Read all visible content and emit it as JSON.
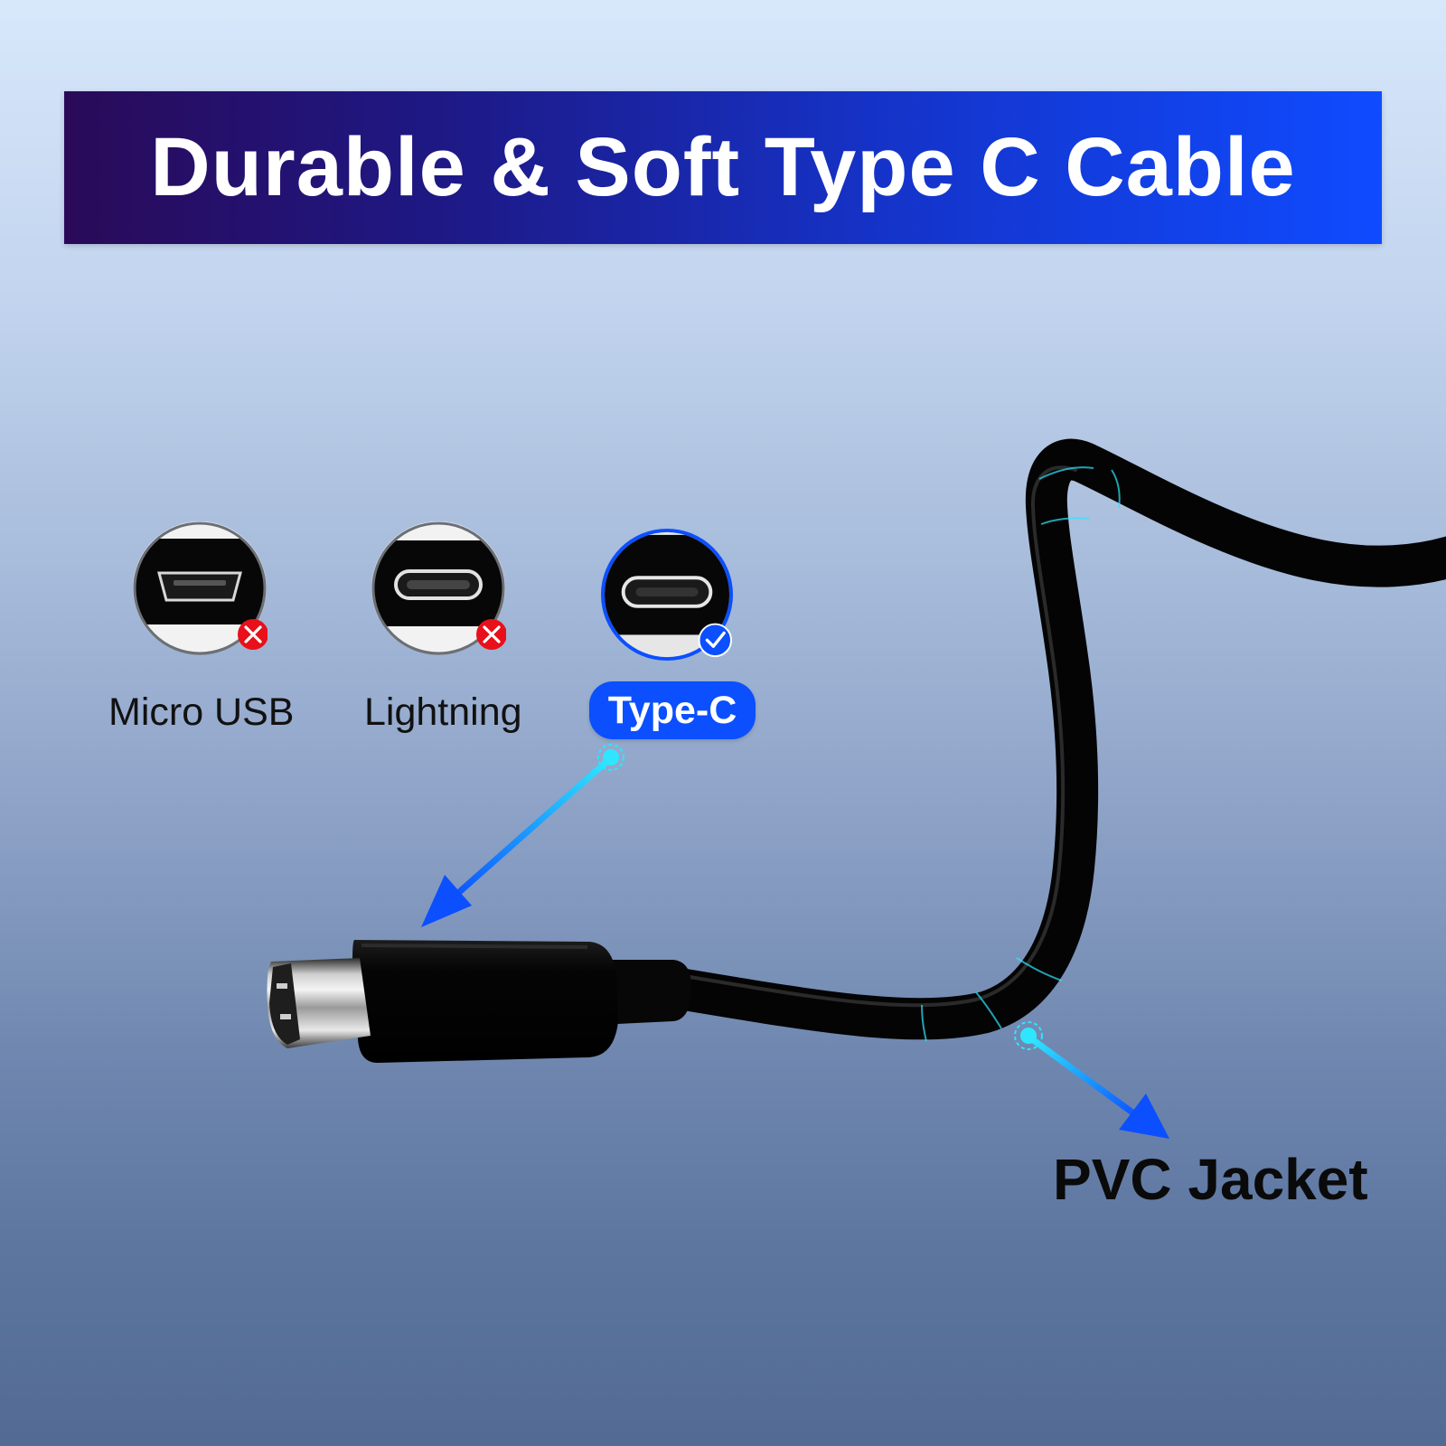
{
  "banner": {
    "title": "Durable & Soft Type C Cable"
  },
  "ports": [
    {
      "label": "Micro USB",
      "status": "incompatible",
      "status_icon": "red-x-icon"
    },
    {
      "label": "Lightning",
      "status": "incompatible",
      "status_icon": "red-x-icon"
    },
    {
      "label": "Type-C",
      "status": "compatible",
      "status_icon": "blue-check-icon"
    }
  ],
  "callouts": {
    "jacket_label": "PVC Jacket"
  },
  "colors": {
    "banner_start": "#2a0a58",
    "banner_end": "#0f4bff",
    "accent_blue": "#0b4fff",
    "error_red": "#e8101a",
    "cable_black": "#050505",
    "glow_cyan": "#2ee6ff"
  }
}
